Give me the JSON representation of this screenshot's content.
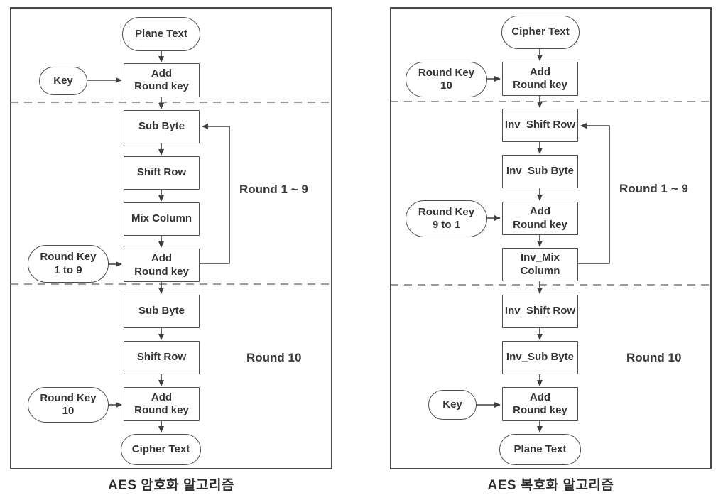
{
  "panels": [
    {
      "caption": "AES 암호화 알고리즘",
      "round_loop_label": "Round 1 ~ 9",
      "round_final_label": "Round 10",
      "nodes": {
        "input": "Plane Text",
        "key": "Key",
        "add1": "Add\nRound key",
        "sub1": "Sub Byte",
        "shift1": "Shift Row",
        "mix": "Mix Column",
        "rk_loop": "Round Key\n1 to 9",
        "add2": "Add\nRound key",
        "sub2": "Sub Byte",
        "shift2": "Shift Row",
        "rk_final": "Round Key\n10",
        "add3": "Add\nRound key",
        "output": "Cipher Text"
      }
    },
    {
      "caption": "AES 복호화 알고리즘",
      "round_loop_label": "Round 1 ~ 9",
      "round_final_label": "Round 10",
      "nodes": {
        "input": "Cipher Text",
        "rk_initial": "Round Key\n10",
        "add1": "Add\nRound key",
        "invshift1": "Inv_Shift Row",
        "invsub1": "Inv_Sub Byte",
        "rk_loop": "Round Key\n9 to 1",
        "add2": "Add\nRound key",
        "invmix": "Inv_Mix\nColumn",
        "invshift2": "Inv_Shift Row",
        "invsub2": "Inv_Sub Byte",
        "key": "Key",
        "add3": "Add\nRound key",
        "output": "Plane Text"
      }
    }
  ],
  "colors": {
    "background": "#ffffff",
    "line": "#3f3f3f",
    "box_border": "#4f4f4f",
    "text": "#343434",
    "dashed_line": "#8c8c8c"
  }
}
